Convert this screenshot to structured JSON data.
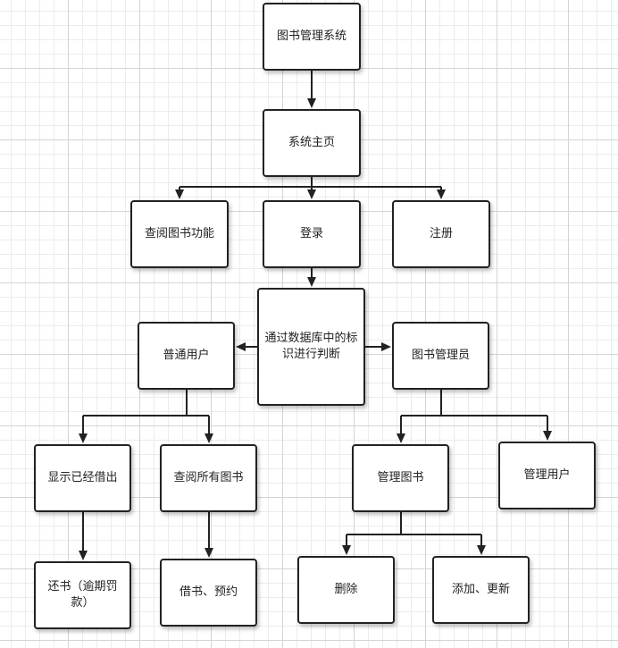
{
  "nodes": {
    "system": "图书管理系统",
    "home": "系统主页",
    "search": "查阅图书功能",
    "login": "登录",
    "register": "注册",
    "judge": "通过数据库中的标识进行判断",
    "user": "普通用户",
    "admin": "图书管理员",
    "borrowed": "显示已经借出",
    "allbooks": "查阅所有图书",
    "managebooks": "管理图书",
    "manageusers": "管理用户",
    "return": "还书（逾期罚款）",
    "borrow": "借书、预约",
    "delete": "删除",
    "addupdate": "添加、更新"
  }
}
